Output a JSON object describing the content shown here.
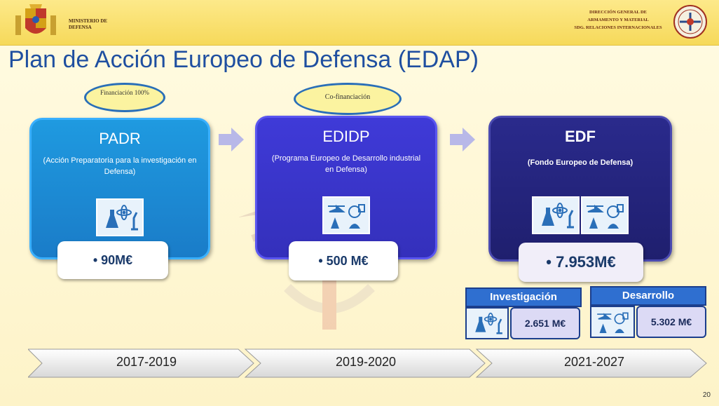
{
  "header": {
    "ministry": "MINISTERIO DE DEFENSA",
    "directorate_line1": "DIRECCIÓN GENERAL DE",
    "directorate_line2": "ARMAMENTO Y MATERIAL",
    "directorate_line3": "SDG. RELACIONES INTERNACIONALES"
  },
  "title": "Plan de Acción Europeo de Defensa (EDAP)",
  "ovals": [
    {
      "text": "Financiación 100%"
    },
    {
      "text": "Co-financiación"
    }
  ],
  "programs": [
    {
      "name": "PADR",
      "description": "(Acción Preparatoria para la investigación en Defensa)",
      "amount": "• 90M€",
      "color": "#1a7cc8"
    },
    {
      "name": "EDIDP",
      "description": "(Programa Europeo de Desarrollo industrial en Defensa)",
      "amount": "• 500 M€",
      "color": "#3430bb"
    },
    {
      "name": "EDF",
      "description": "(Fondo Europeo de Defensa)",
      "amount": "• 7.953M€",
      "color": "#1f1f6e"
    }
  ],
  "breakdown": [
    {
      "label": "Investigación",
      "value": "2.651 M€"
    },
    {
      "label": "Desarrollo",
      "value": "5.302 M€"
    }
  ],
  "timeline": [
    "2017-2019",
    "2019-2020",
    "2021-2027"
  ],
  "page_number": "20"
}
